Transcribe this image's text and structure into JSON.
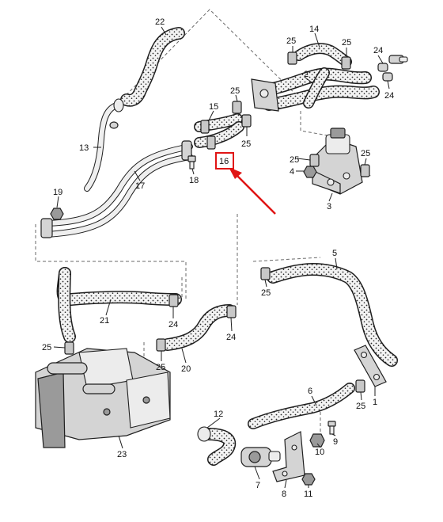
{
  "labels": {
    "p22": "22",
    "p14": "14",
    "p25a": "25",
    "p25b": "25",
    "p24a": "24",
    "p24b": "24",
    "p2": "2",
    "p25c": "25",
    "p15": "15",
    "p25d": "25",
    "p13": "13",
    "p16": "16",
    "p25e": "25",
    "p25f": "25",
    "p4": "4",
    "p3": "3",
    "p18": "18",
    "p17": "17",
    "p19": "19",
    "p5": "5",
    "p25g": "25",
    "p21": "21",
    "p24c": "24",
    "p24d": "24",
    "p25h": "25",
    "p25i": "25",
    "p20": "20",
    "p6": "6",
    "p25j": "25",
    "p1": "1",
    "p12": "12",
    "p9": "9",
    "p10": "10",
    "p23": "23",
    "p7": "7",
    "p8": "8",
    "p11": "11"
  },
  "highlight": {
    "part": "16",
    "color": "#e01515"
  },
  "colors": {
    "line": "#1f1f1f",
    "hose_fill": "#f3f3f3",
    "part_fill": "#d4d4d4",
    "accent": "#e01515"
  }
}
